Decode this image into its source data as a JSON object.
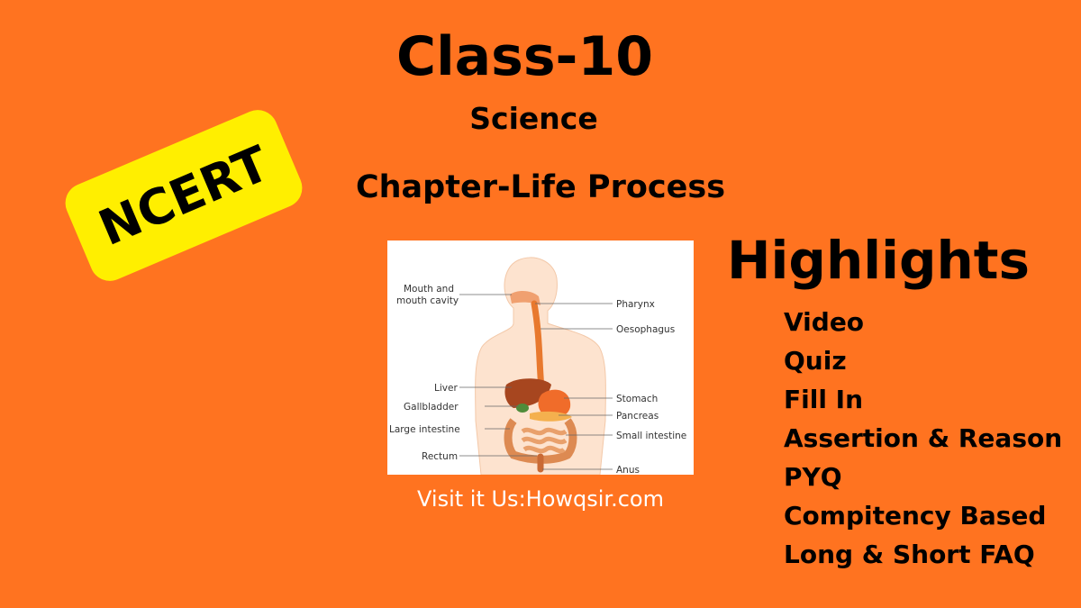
{
  "header": {
    "title": "Class-10",
    "subject": "Science",
    "chapter": "Chapter-Life Process"
  },
  "badge": {
    "label": "NCERT"
  },
  "diagram": {
    "labels": {
      "mouth_line1": "Mouth and",
      "mouth_line2": "mouth cavity",
      "pharynx": "Pharynx",
      "oesophagus": "Oesophagus",
      "liver": "Liver",
      "gallbladder": "Gallbladder",
      "large_intestine": "Large intestine",
      "rectum": "Rectum",
      "stomach": "Stomach",
      "pancreas": "Pancreas",
      "small_intestine": "Small intestine",
      "anus": "Anus"
    }
  },
  "footer": {
    "visit": "Visit it Us:Howqsir.com"
  },
  "highlights": {
    "title": "Highlights",
    "items": [
      "Video",
      "Quiz",
      "Fill In",
      "Assertion & Reason",
      "PYQ",
      "Compitency Based",
      "Long & Short FAQ"
    ]
  },
  "colors": {
    "background": "#ff7320",
    "badge": "#ffef00",
    "visit_text": "#ffffff"
  }
}
